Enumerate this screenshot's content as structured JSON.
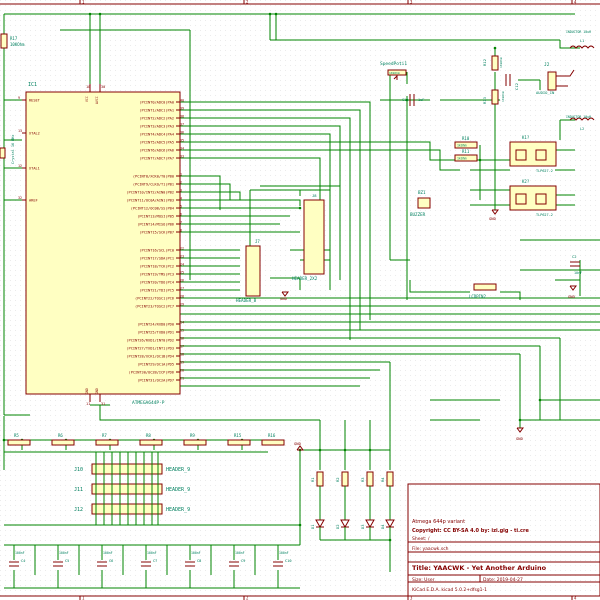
{
  "border": {
    "top_numbers": [
      "1",
      "2",
      "3",
      "4"
    ],
    "bottom_numbers": [
      "1",
      "2",
      "3",
      "4"
    ]
  },
  "title_block": {
    "variant": "Atmega 644p variant",
    "copyright": "Copyright: CC BY-SA 4.0 by: izi.gig - ti.cre",
    "sheet": "Sheet: /",
    "file": "File: yaacwk.sch",
    "title": "Title: YAACWK - Yet Another Arduino",
    "size": "Size: User",
    "date": "Date: 2019-04-27",
    "kicad": "KiCad E.D.A.  kicad 5.0.2+dfsg1-1"
  },
  "ic1": {
    "ref": "IC1",
    "value": "ATMEGA644P-P",
    "left_pins": [
      {
        "num": "9",
        "name": "RESET"
      },
      {
        "num": "13",
        "name": "XTAL2"
      },
      {
        "num": "12",
        "name": "XTAL1"
      },
      {
        "num": "32",
        "name": "AREF"
      }
    ],
    "top_pins": [
      "10",
      "30"
    ],
    "bottom_pins": [
      "11",
      "31"
    ],
    "power_labels": [
      "VCC",
      "AVCC",
      "GND",
      "GND"
    ],
    "right_pins": [
      {
        "num": "40",
        "name": "(PCINT0/ADC0)PA0"
      },
      {
        "num": "39",
        "name": "(PCINT1/ADC1)PA1"
      },
      {
        "num": "38",
        "name": "(PCINT2/ADC2)PA2"
      },
      {
        "num": "37",
        "name": "(PCINT3/ADC3)PA3"
      },
      {
        "num": "36",
        "name": "(PCINT4/ADC4)PA4"
      },
      {
        "num": "35",
        "name": "(PCINT5/ADC5)PA5"
      },
      {
        "num": "34",
        "name": "(PCINT6/ADC6)PA6"
      },
      {
        "num": "33",
        "name": "(PCINT7/ADC7)PA7"
      },
      {
        "num": "1",
        "name": "(PCINT8/XCK0/T0)PB0"
      },
      {
        "num": "2",
        "name": "(PCINT9/CLKO/T1)PB1"
      },
      {
        "num": "3",
        "name": "(PCINT10/INT2/AIN0)PB2"
      },
      {
        "num": "4",
        "name": "(PCINT11/OC0A/AIN1)PB3"
      },
      {
        "num": "5",
        "name": "(PCINT12/OC0B/SS)PB4"
      },
      {
        "num": "6",
        "name": "(PCINT13/MOSI)PB5"
      },
      {
        "num": "7",
        "name": "(PCINT14/MISO)PB6"
      },
      {
        "num": "8",
        "name": "(PCINT15/SCK)PB7"
      },
      {
        "num": "22",
        "name": "(PCINT16/SCL)PC0"
      },
      {
        "num": "23",
        "name": "(PCINT17/SDA)PC1"
      },
      {
        "num": "24",
        "name": "(PCINT18/TCK)PC2"
      },
      {
        "num": "25",
        "name": "(PCINT19/TMS)PC3"
      },
      {
        "num": "26",
        "name": "(PCINT20/TDO)PC4"
      },
      {
        "num": "27",
        "name": "(PCINT21/TDI)PC5"
      },
      {
        "num": "28",
        "name": "(PCINT22/TOSC1)PC6"
      },
      {
        "num": "29",
        "name": "(PCINT23/TOSC2)PC7"
      },
      {
        "num": "14",
        "name": "(PCINT24/RXD0)PD0"
      },
      {
        "num": "15",
        "name": "(PCINT25/TXD0)PD1"
      },
      {
        "num": "16",
        "name": "(PCINT26/RXD1/INT0)PD2"
      },
      {
        "num": "17",
        "name": "(PCINT27/TXD1/INT1)PD3"
      },
      {
        "num": "18",
        "name": "(PCINT28/XCK1/OC1B)PD4"
      },
      {
        "num": "19",
        "name": "(PCINT29/OC1A)PD5"
      },
      {
        "num": "20",
        "name": "(PCINT30/OC2B/ICP)PD6"
      },
      {
        "num": "21",
        "name": "(PCINT31/OC2A)PD7"
      }
    ]
  },
  "r17": {
    "ref": "R17",
    "value": "10KOhm"
  },
  "crystal": {
    "ref": "Crystal 16 MHz"
  },
  "speedpoti": {
    "ref": "SpeedPoti1",
    "value": "10kOhm"
  },
  "r12": {
    "ref": "R12",
    "value": "10kOhm"
  },
  "r13": {
    "ref": "R13",
    "value": "10kOhm"
  },
  "r10": {
    "ref": "R10",
    "value": "1kOhm"
  },
  "r11": {
    "ref": "R11",
    "value": "1kOhm"
  },
  "j2": {
    "ref": "J2",
    "value": "AUDIO_IN"
  },
  "cap_c12": {
    "ref": "C12"
  },
  "cap_c11": {
    "ref": "C11",
    "value": "1uF"
  },
  "inductor1": {
    "ref": "INDUCTOR 10uH",
    "sub": "L1"
  },
  "inductor2": {
    "ref": "INDUCTOR 10uH",
    "sub": "L2"
  },
  "k1": {
    "ref": "K1?",
    "value": "TLP627-2"
  },
  "k2": {
    "ref": "K2?",
    "value": "TLP627-2"
  },
  "bz1": {
    "ref": "BZ1",
    "value": "BUZZER"
  },
  "j7": {
    "ref": "J7",
    "value": "HEADER_8"
  },
  "j8": {
    "ref": "J8",
    "value": "HEADER_2X2"
  },
  "lcd": {
    "ref": "LCDPIN2"
  },
  "c2": {
    "ref": "C2",
    "value": "10nF"
  },
  "gnd": "GND",
  "resistors_bottom": [
    "R5",
    "R6",
    "R7",
    "R8",
    "R9",
    "R15",
    "R16"
  ],
  "headers": [
    {
      "ref": "J10",
      "value": "HEADER_9"
    },
    {
      "ref": "J11",
      "value": "HEADER_9"
    },
    {
      "ref": "J12",
      "value": "HEADER_9"
    }
  ],
  "leds": [
    "D1",
    "D2",
    "D3",
    "D4"
  ],
  "led_resistors": [
    "R1",
    "R2",
    "R3",
    "R4"
  ],
  "caps_bottom": [
    "C4",
    "C5",
    "C6",
    "C7",
    "C8",
    "C9",
    "C10"
  ],
  "caps_bottom_values": [
    "100nF",
    "100nF",
    "100nF",
    "100nF",
    "100nF",
    "100nF",
    "100nF"
  ]
}
